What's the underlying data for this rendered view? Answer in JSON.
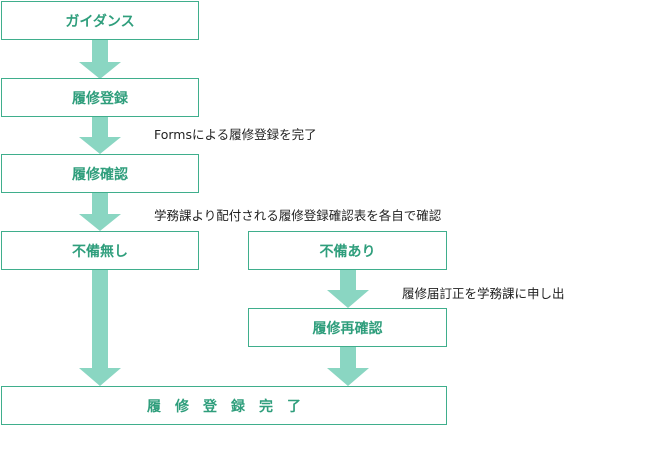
{
  "colors": {
    "box_border": "#3fae8c",
    "box_text": "#2f9e7c",
    "arrow": "#8ad6c2"
  },
  "steps": {
    "guidance": "ガイダンス",
    "registration": "履修登録",
    "confirm": "履修確認",
    "no_defect": "不備無し",
    "has_defect": "不備あり",
    "reconfirm": "履修再確認",
    "complete": "履修登録完了"
  },
  "notes": {
    "forms": "Formsによる履修登録を完了",
    "distributed": "学務課より配付される履修登録確認表を各自で確認",
    "correction": "履修届訂正を学務課に申し出"
  }
}
